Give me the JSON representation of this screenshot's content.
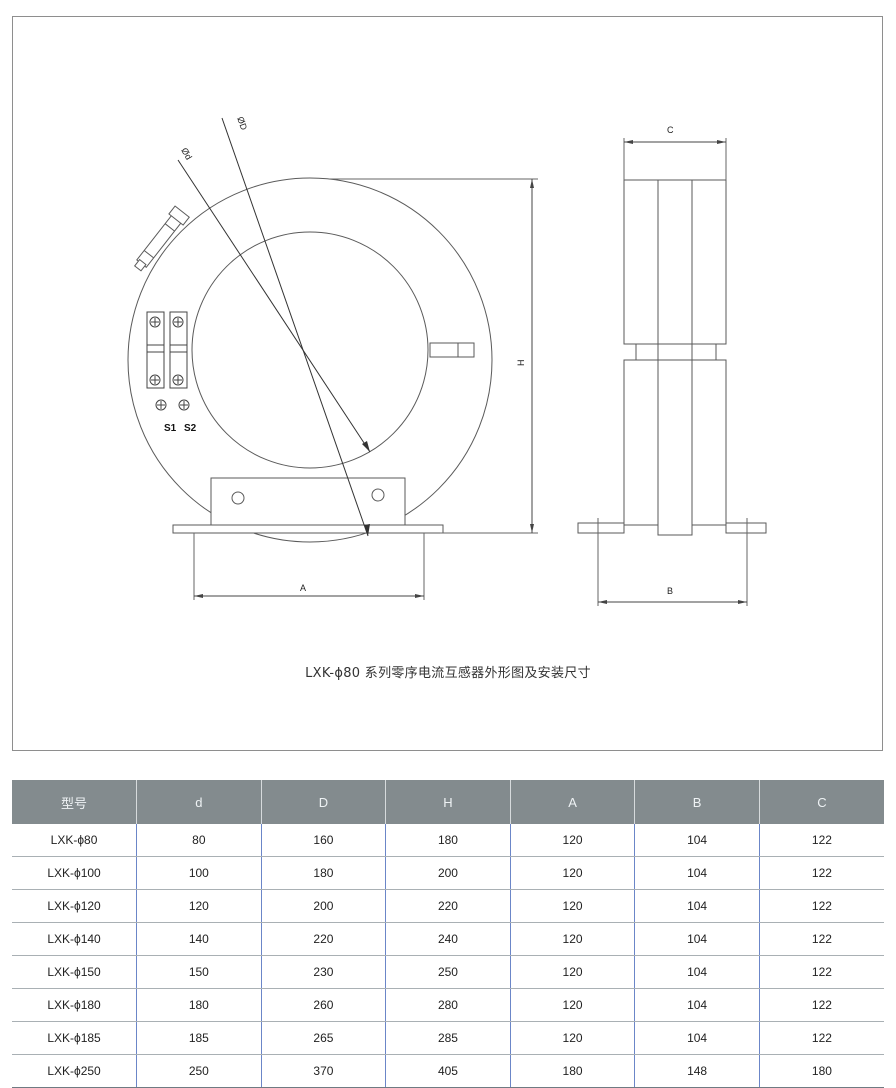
{
  "drawing": {
    "labels": {
      "diameter_D": "ØD",
      "diameter_d": "Ød",
      "dim_H": "H",
      "dim_A": "A",
      "dim_B": "B",
      "dim_C": "C",
      "terminal_s1": "S1",
      "terminal_s2": "S2"
    },
    "caption": "LXK-ϕ80 系列零序电流互感器外形图及安装尺寸"
  },
  "table": {
    "headers": [
      "型号",
      "d",
      "D",
      "H",
      "A",
      "B",
      "C"
    ],
    "rows": [
      [
        "LXK-ϕ80",
        "80",
        "160",
        "180",
        "120",
        "104",
        "122"
      ],
      [
        "LXK-ϕ100",
        "100",
        "180",
        "200",
        "120",
        "104",
        "122"
      ],
      [
        "LXK-ϕ120",
        "120",
        "200",
        "220",
        "120",
        "104",
        "122"
      ],
      [
        "LXK-ϕ140",
        "140",
        "220",
        "240",
        "120",
        "104",
        "122"
      ],
      [
        "LXK-ϕ150",
        "150",
        "230",
        "250",
        "120",
        "104",
        "122"
      ],
      [
        "LXK-ϕ180",
        "180",
        "260",
        "280",
        "120",
        "104",
        "122"
      ],
      [
        "LXK-ϕ185",
        "185",
        "265",
        "285",
        "120",
        "104",
        "122"
      ],
      [
        "LXK-ϕ250",
        "250",
        "370",
        "405",
        "180",
        "148",
        "180"
      ]
    ]
  }
}
